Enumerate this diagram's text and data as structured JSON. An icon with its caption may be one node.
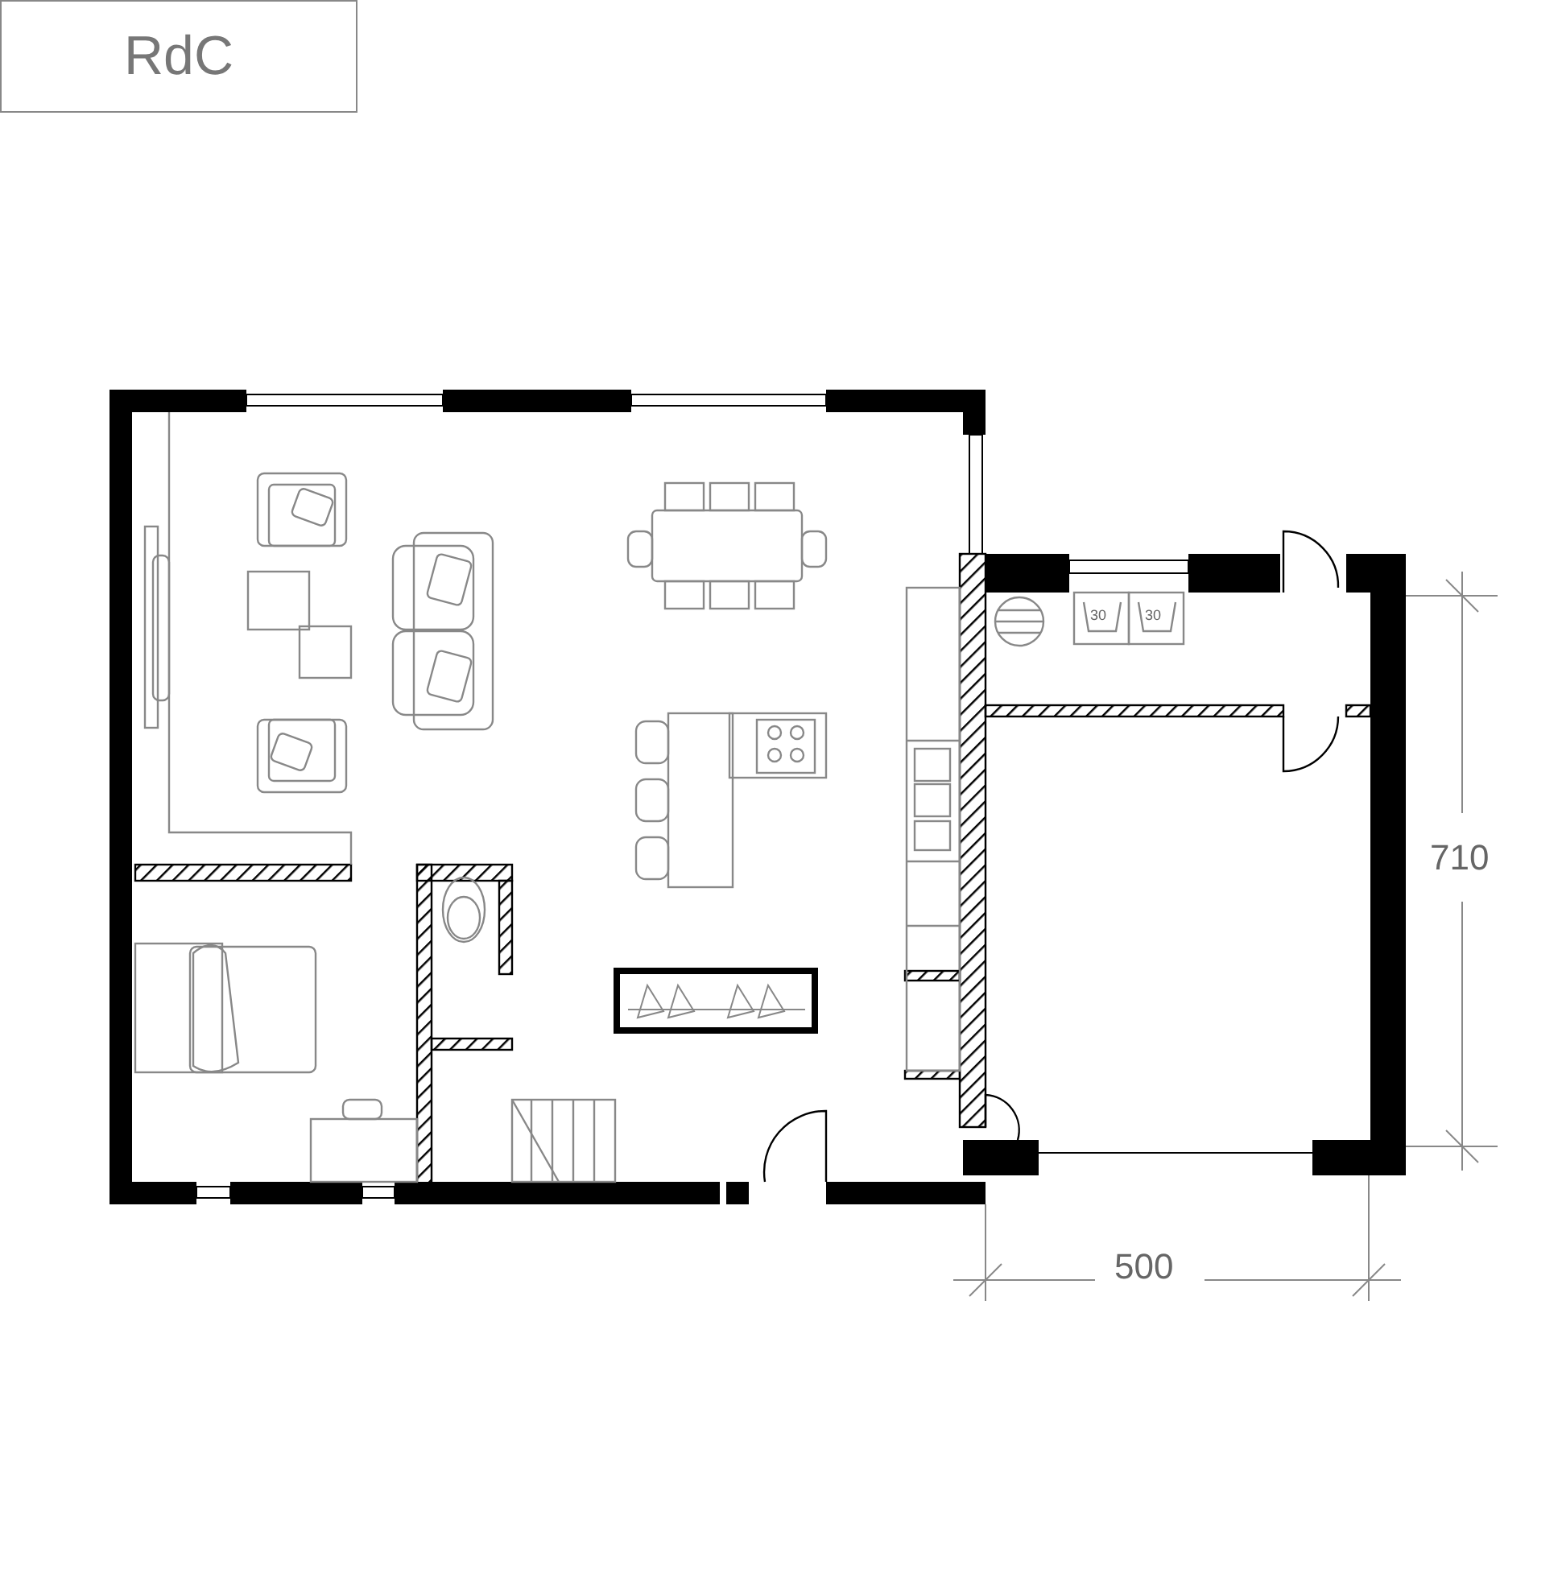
{
  "diagram": {
    "title": "RdC",
    "labels": [
      "30",
      "30",
      "710",
      "500"
    ]
  }
}
